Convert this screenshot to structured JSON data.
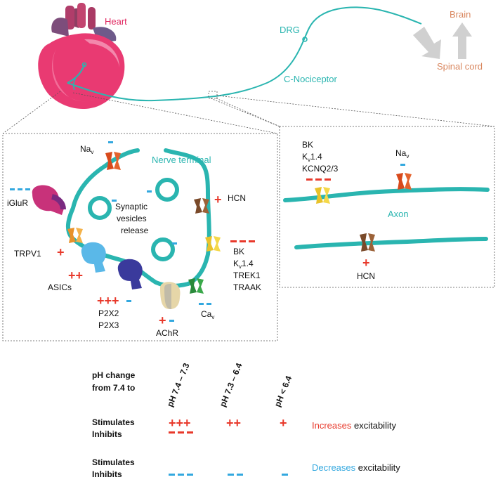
{
  "labels": {
    "heart": "Heart",
    "drg": "DRG",
    "c_nociceptor": "C-Nociceptor",
    "brain": "Brain",
    "spinal_cord": "Spinal cord",
    "nerve_terminal": "Nerve terminal",
    "axon": "Axon",
    "synaptic": "Synaptic",
    "vesicles": "vesicles",
    "release": "release"
  },
  "channels": {
    "nav": "Na",
    "nav_sub": "v",
    "iglur": "iGluR",
    "hcn": "HCN",
    "trpv1": "TRPV1",
    "asics": "ASICs",
    "p2x2": "P2X2",
    "p2x3": "P2X3",
    "achr": "AChR",
    "cav": "Ca",
    "cav_sub": "v",
    "bk": "BK",
    "kv_main": "K",
    "kv_sub": "v",
    "kv_num": "1.4",
    "trek1": "TREK1",
    "traak": "TRAAK",
    "kcnq": "KCNQ2/3",
    "axon_bk": "BK",
    "axon_nav": "Na",
    "axon_nav_sub": "v",
    "axon_hcn": "HCN"
  },
  "legend": {
    "ph_change_line1": "pH change",
    "ph_change_line2": "from 7.4 to",
    "col1": "pH 7.4 – 7.3",
    "col2": "pH 7.3 – 6.4",
    "col3": "pH < 6.4",
    "stimulates": "Stimulates",
    "inhibits": "Inhibits",
    "stimulates2": "Stimulates",
    "inhibits2": "Inhibits",
    "increases": "Increases",
    "decreases": "Decreases",
    "excitability": " excitability",
    "excitability2": " excitability"
  },
  "colors": {
    "teal": "#2ab5b0",
    "increase_red": "#e8392b",
    "decrease_blue": "#33a8df",
    "heart_pink": "#e0245e",
    "spinal_orange": "#d9875f"
  }
}
